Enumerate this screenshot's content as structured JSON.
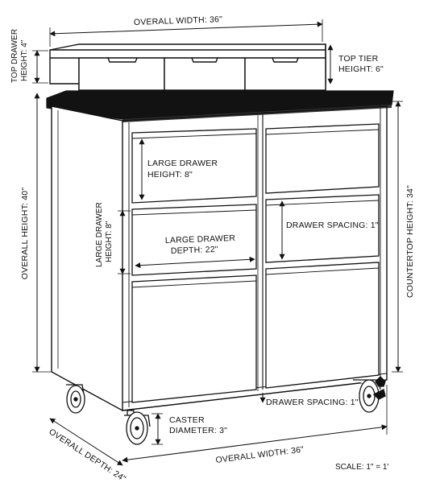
{
  "labels": {
    "overall_width_top": "OVERALL WIDTH: 36\"",
    "top_drawer_height_1": "TOP DRAWER",
    "top_drawer_height_2": "HEIGHT: 4\"",
    "top_tier_1": "TOP TIER",
    "top_tier_2": "HEIGHT: 6\"",
    "large_drawer_height_1": "LARGE DRAWER",
    "large_drawer_height_2": "HEIGHT: 8\"",
    "large_drawer_height_left_1": "LARGE DRAWER",
    "large_drawer_height_left_2": "HEIGHT: 8\"",
    "large_drawer_depth_1": "LARGE DRAWER",
    "large_drawer_depth_2": "DEPTH: 22\"",
    "drawer_spacing_mid": "DRAWER SPACING: 1\"",
    "overall_height": "OVERALL HEIGHT: 40\"",
    "countertop_height": "COUNTERTOP HEIGHT: 34\"",
    "drawer_spacing_bottom": "DRAWER SPACING: 1\"",
    "caster_1": "CASTER",
    "caster_2": "DIAMETER: 3\"",
    "overall_depth": "OVERALL DEPTH: 24\"",
    "overall_width_bottom": "OVERALL WIDTH: 36\"",
    "scale": "SCALE: 1\" = 1'"
  }
}
